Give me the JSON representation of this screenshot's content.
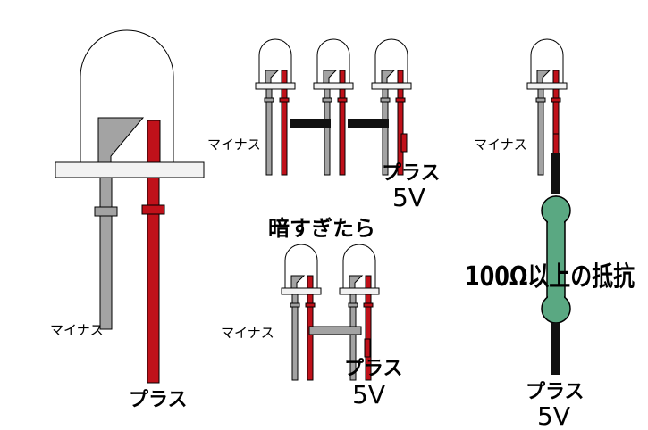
{
  "colors": {
    "minus_lead": "#a3a3a3",
    "plus_lead": "#c0111a",
    "wire_dark": "#111111",
    "wire_gray": "#a3a3a3",
    "resistor_body": "#5aa882",
    "outline": "#000000",
    "dome": "#ffffff",
    "base": "#f2f2f2"
  },
  "large_led": {
    "minus_label": "マイナス",
    "plus_label": "プラス"
  },
  "series_three": {
    "minus_label": "マイナス",
    "plus_label": "プラス",
    "voltage_label": "5V"
  },
  "dim_case": {
    "heading": "暗すぎたら",
    "minus_label": "マイナス",
    "plus_label": "プラス",
    "voltage_label": "5V"
  },
  "resistor_case": {
    "minus_label": "マイナス",
    "resistor_label": "100Ω以上の抵抗",
    "plus_label": "プラス",
    "voltage_label": "5V"
  }
}
